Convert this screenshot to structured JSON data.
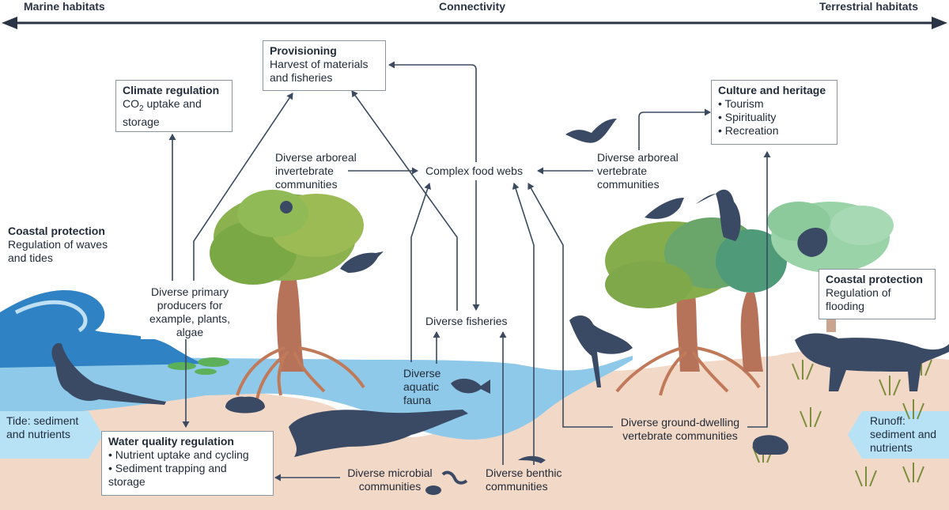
{
  "header": {
    "left": "Marine habitats",
    "center": "Connectivity",
    "right": "Terrestrial habitats"
  },
  "colors": {
    "arrow": "#3b4a60",
    "water": "#8fc9ea",
    "wave": "#2f82c3",
    "ground": "#f2d9c7",
    "animal": "#3b4a64",
    "tree_top": "#7fb04a",
    "tree_trunk": "#c07a5a"
  },
  "boxes": {
    "provisioning": {
      "title": "Provisioning",
      "text": "Harvest of materials and fisheries"
    },
    "climate": {
      "title": "Climate regulation",
      "line1_pre": "CO",
      "line1_sub": "2",
      "line1_post": " uptake and",
      "line2": "storage"
    },
    "culture": {
      "title": "Culture and heritage",
      "items": [
        "Tourism",
        "Spirituality",
        "Recreation"
      ]
    },
    "coastal_left": {
      "title": "Coastal protection",
      "text": "Regulation of waves and tides"
    },
    "coastal_right": {
      "title": "Coastal protection",
      "text": "Regulation of flooding"
    },
    "water_quality": {
      "title": "Water quality regulation",
      "items": [
        "Nutrient uptake and cycling",
        "Sediment trapping and storage"
      ]
    }
  },
  "labels": {
    "arboreal_invert": "Diverse arboreal invertebrate communities",
    "food_webs": "Complex food webs",
    "arboreal_vert": "Diverse arboreal vertebrate communities",
    "primary_producers": "Diverse primary producers for example, plants, algae",
    "fisheries": "Diverse fisheries",
    "aquatic_fauna": "Diverse aquatic fauna",
    "microbial": "Diverse microbial communities",
    "benthic": "Diverse benthic communities",
    "ground_dwelling": "Diverse ground-dwelling vertebrate communities"
  },
  "side": {
    "tide": "Tide: sediment and nutrients",
    "runoff": "Runoff: sediment and nutrients"
  }
}
